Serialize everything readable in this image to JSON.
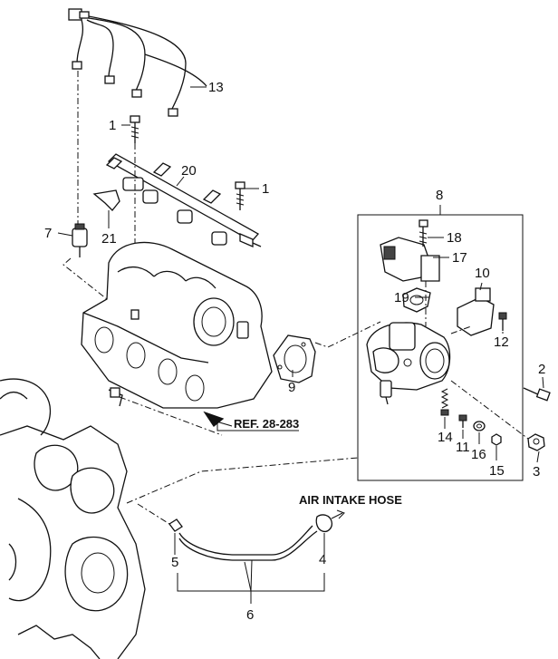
{
  "diagram": {
    "callouts": {
      "c1a": "1",
      "c1b": "1",
      "c2": "2",
      "c3": "3",
      "c4": "4",
      "c5": "5",
      "c6": "6",
      "c7": "7",
      "c8": "8",
      "c9": "9",
      "c10": "10",
      "c11": "11",
      "c12": "12",
      "c13": "13",
      "c14": "14",
      "c15": "15",
      "c16": "16",
      "c17": "17",
      "c18": "18",
      "c19": "19",
      "c20": "20",
      "c21": "21"
    },
    "reference_label": "REF. 28-283",
    "hose_label": "AIR INTAKE HOSE"
  }
}
